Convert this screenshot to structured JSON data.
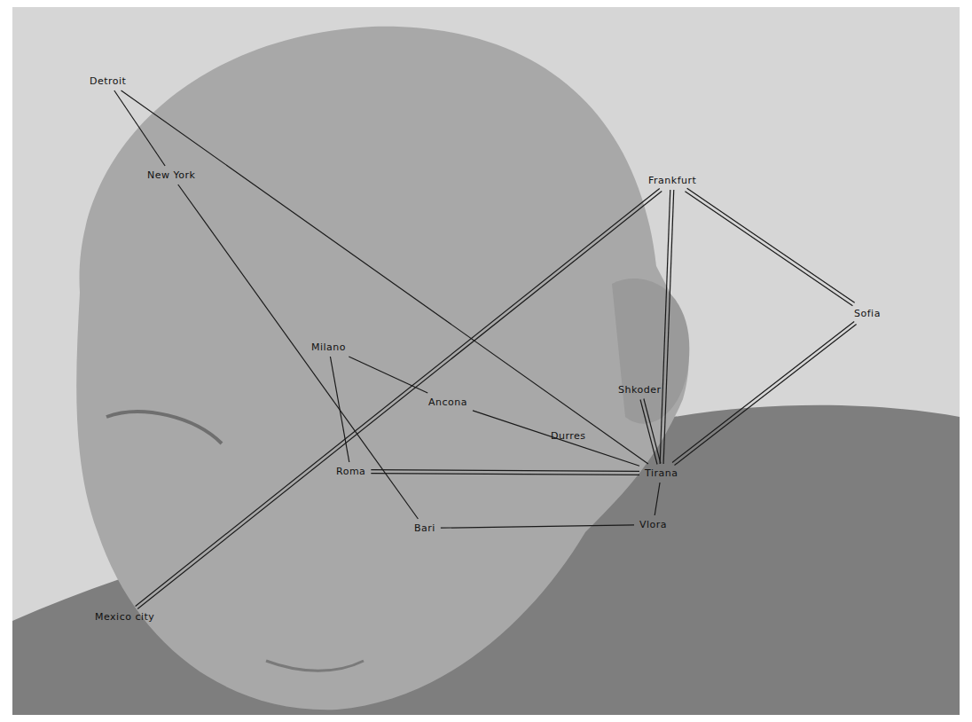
{
  "diagram": {
    "nodes": [
      {
        "text": [
          "Detroit"
        ]
      },
      {
        "text": [
          "New York"
        ]
      },
      {
        "text": [
          "Frankfurt"
        ]
      },
      {
        "text": [
          "Sofia"
        ]
      },
      {
        "text": [
          "Milano"
        ]
      },
      {
        "text": [
          "Ancona"
        ]
      },
      {
        "text": [
          "Shkoder"
        ]
      },
      {
        "text": [
          "Durres"
        ]
      },
      {
        "text": [
          "Roma"
        ]
      },
      {
        "text": [
          "Tirana"
        ]
      },
      {
        "text": [
          "Bari"
        ]
      },
      {
        "text": [
          "Vlora"
        ]
      },
      {
        "text": [
          "Mexico city"
        ]
      }
    ],
    "edges": [
      {
        "from": 0,
        "to": 1,
        "arrow": "none"
      },
      {
        "from": 0,
        "to": 9,
        "arrow": "none"
      },
      {
        "from": 1,
        "to": 10,
        "arrow": "none"
      },
      {
        "from": 4,
        "to": 8,
        "arrow": "none"
      },
      {
        "from": 4,
        "to": 5,
        "arrow": "none"
      },
      {
        "from": 5,
        "to": 9,
        "arrow": "none"
      },
      {
        "from": 8,
        "to": 9,
        "arrow": "none"
      },
      {
        "from": 8,
        "to": 9,
        "arrow": "none"
      },
      {
        "from": 6,
        "to": 9,
        "arrow": "none"
      },
      {
        "from": 6,
        "to": 9,
        "arrow": "none"
      },
      {
        "from": 9,
        "to": 11,
        "arrow": "none"
      },
      {
        "from": 11,
        "to": 10,
        "arrow": "none"
      },
      {
        "from": 9,
        "to": 2,
        "arrow": "none"
      },
      {
        "from": 9,
        "to": 2,
        "arrow": "none"
      },
      {
        "from": 2,
        "to": 3,
        "arrow": "none"
      },
      {
        "from": 2,
        "to": 3,
        "arrow": "none"
      },
      {
        "from": 3,
        "to": 9,
        "arrow": "none"
      },
      {
        "from": 3,
        "to": 9,
        "arrow": "none"
      },
      {
        "from": 12,
        "to": 2,
        "arrow": "none"
      },
      {
        "from": 12,
        "to": 2,
        "arrow": "none"
      }
    ]
  }
}
